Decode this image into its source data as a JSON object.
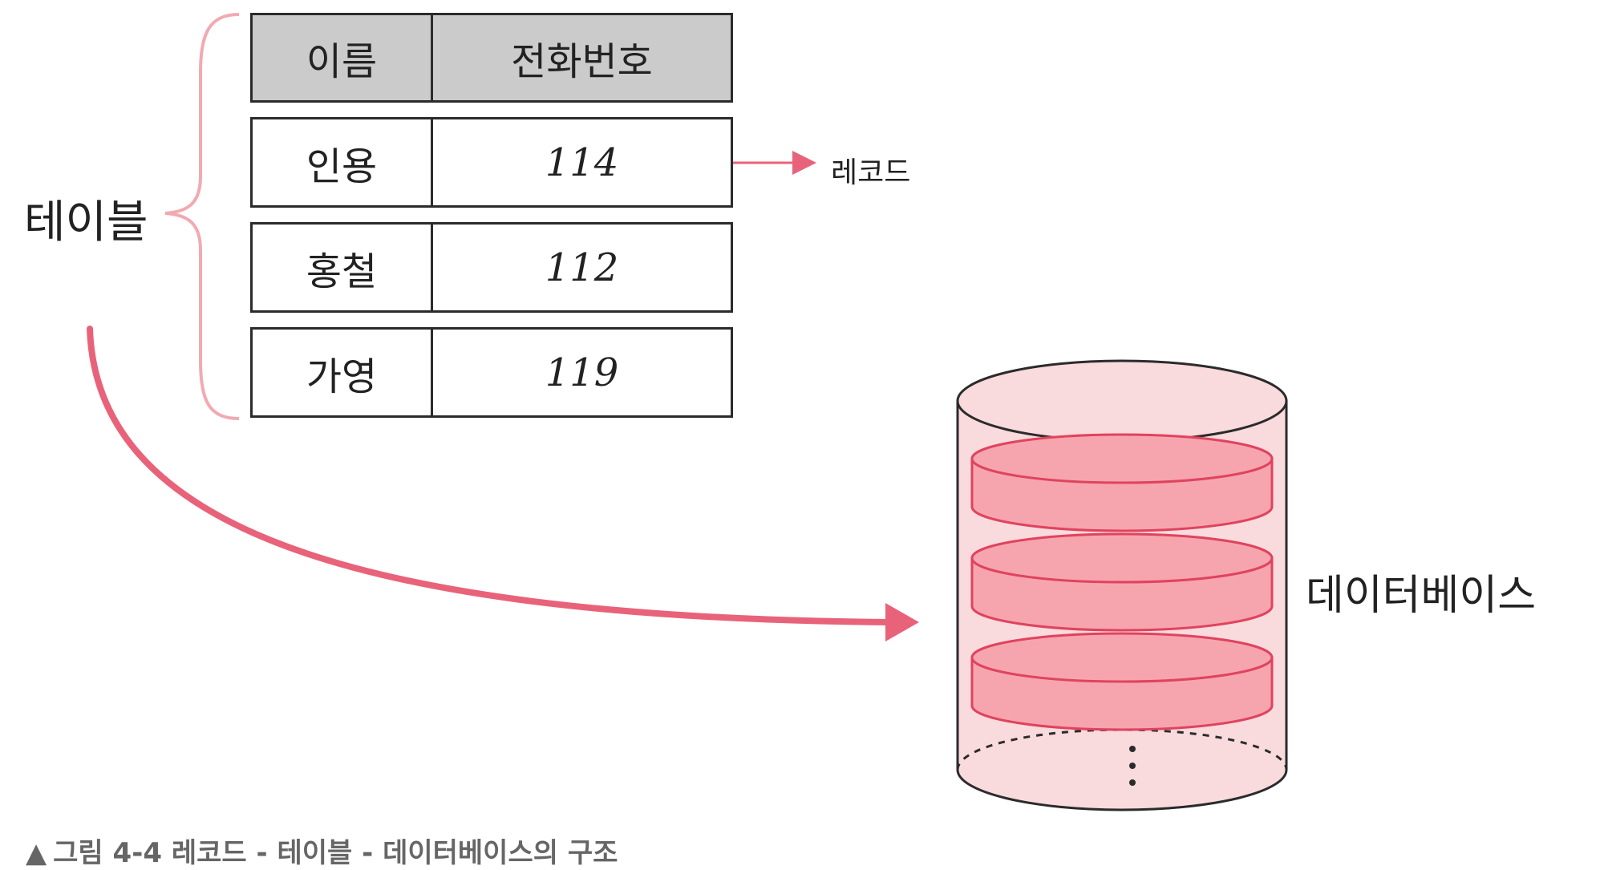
{
  "table": {
    "header": {
      "name": "이름",
      "phone": "전화번호"
    },
    "rows": [
      {
        "name": "인용",
        "phone": "114"
      },
      {
        "name": "홍철",
        "phone": "112"
      },
      {
        "name": "가영",
        "phone": "119"
      }
    ]
  },
  "labels": {
    "table": "테이블",
    "record": "레코드",
    "database": "데이터베이스"
  },
  "caption": {
    "marker": "▲",
    "text": "그림 4-4 레코드 - 테이블 - 데이터베이스의 구조"
  },
  "colors": {
    "brace": "#f2a9b0",
    "arrow": "#e8637a",
    "cylinder_fill": "#f9dadd",
    "disc_fill": "#f6a5ae",
    "disc_stroke": "#e0435e"
  }
}
